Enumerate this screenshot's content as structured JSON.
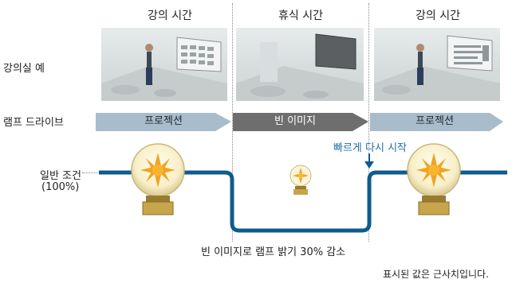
{
  "columns": [
    {
      "label": "강의 시간"
    },
    {
      "label": "휴식 시간"
    },
    {
      "label": "강의 시간"
    }
  ],
  "rows": {
    "classroom_label": "강의실 예",
    "lamp_drive_label": "램프 드라이브",
    "normal_condition_label": "일반 조건",
    "normal_condition_percent": "(100%)"
  },
  "lamp_modes": [
    {
      "label": "프로젝션"
    },
    {
      "label": "빈 이미지"
    },
    {
      "label": "프로젝션"
    }
  ],
  "annotations": {
    "fast_restart": "빠르게 다시 시작",
    "brightness_reduction": "빈 이미지로 램프 밝기 30% 감소",
    "footnote": "표시된 값은 근사치입니다."
  },
  "colors": {
    "lamp_line": "#0e5c8c",
    "arrow_fill": "#a9bccb",
    "arrow_fill_dark": "#6e6e6e",
    "accent_text": "#1f6ea5"
  }
}
